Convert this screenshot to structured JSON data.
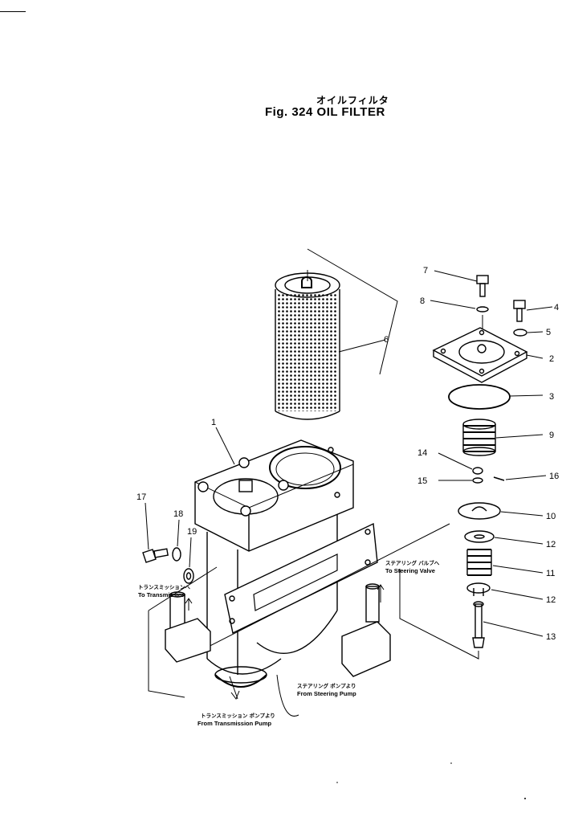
{
  "header": {
    "title_jp": "オイルフィルタ",
    "title_en": "Fig. 324  OIL  FILTER"
  },
  "parts": [
    {
      "no": "1"
    },
    {
      "no": "2"
    },
    {
      "no": "3"
    },
    {
      "no": "4"
    },
    {
      "no": "5"
    },
    {
      "no": "6"
    },
    {
      "no": "7"
    },
    {
      "no": "8"
    },
    {
      "no": "9"
    },
    {
      "no": "10"
    },
    {
      "no": "11"
    },
    {
      "no": "12"
    },
    {
      "no": "12"
    },
    {
      "no": "13"
    },
    {
      "no": "14"
    },
    {
      "no": "15"
    },
    {
      "no": "16"
    },
    {
      "no": "17"
    },
    {
      "no": "18"
    },
    {
      "no": "19"
    }
  ],
  "flows": {
    "to_transmission_jp": "トランスミッションへ",
    "to_transmission_en": "To Transmission",
    "to_steering_valve_jp": "ステアリング バルブへ",
    "to_steering_valve_en": "To Steering Valve",
    "from_steering_pump_jp": "ステアリング ポンプより",
    "from_steering_pump_en": "From Steering Pump",
    "from_transmission_pump_jp": "トランスミッション ポンプより",
    "from_transmission_pump_en": "From Transmission Pump"
  }
}
